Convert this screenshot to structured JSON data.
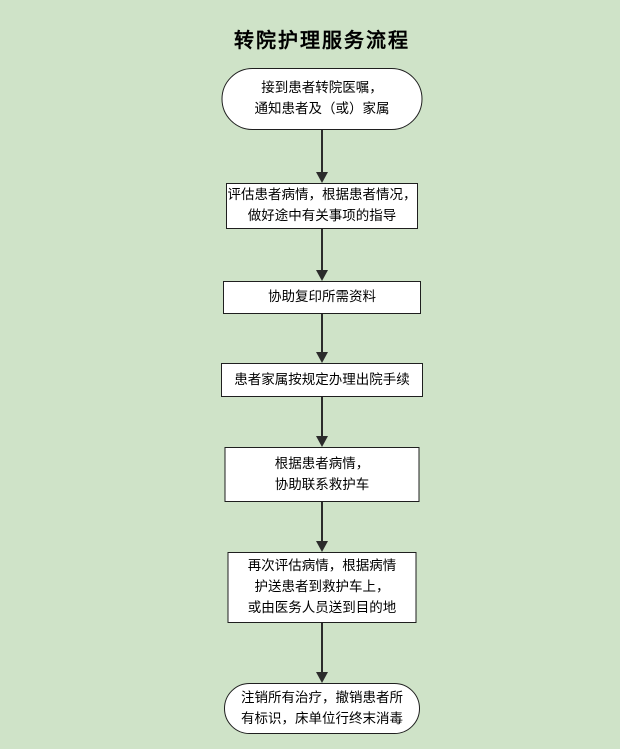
{
  "page": {
    "title": "转院护理服务流程",
    "background_color": "#cfe3c8"
  },
  "flow": {
    "node_fill_color": "#ffffff",
    "stroke_color": "#1f1f1f",
    "text_color": "#000000",
    "nodes": [
      {
        "id": "start-receive-order",
        "shape": "stadium",
        "lines": [
          "接到患者转院医嘱，",
          "通知患者及（或）家属"
        ]
      },
      {
        "id": "assess-condition",
        "shape": "rect",
        "lines": [
          "评估患者病情，根据患者情况，",
          "做好途中有关事项的指导"
        ]
      },
      {
        "id": "copy-materials",
        "shape": "rect",
        "lines": [
          "协助复印所需资料"
        ]
      },
      {
        "id": "discharge-formalities",
        "shape": "rect",
        "lines": [
          "患者家属按规定办理出院手续"
        ]
      },
      {
        "id": "contact-ambulance",
        "shape": "rect",
        "lines": [
          "根据患者病情，",
          "协助联系救护车"
        ]
      },
      {
        "id": "escort-patient",
        "shape": "rect",
        "lines": [
          "再次评估病情，根据病情",
          "护送患者到救护车上，",
          "或由医务人员送到目的地"
        ]
      },
      {
        "id": "end-terminal-disinfect",
        "shape": "stadium",
        "lines": [
          "注销所有治疗，撤销患者所",
          "有标识，床单位行终末消毒"
        ]
      }
    ]
  }
}
